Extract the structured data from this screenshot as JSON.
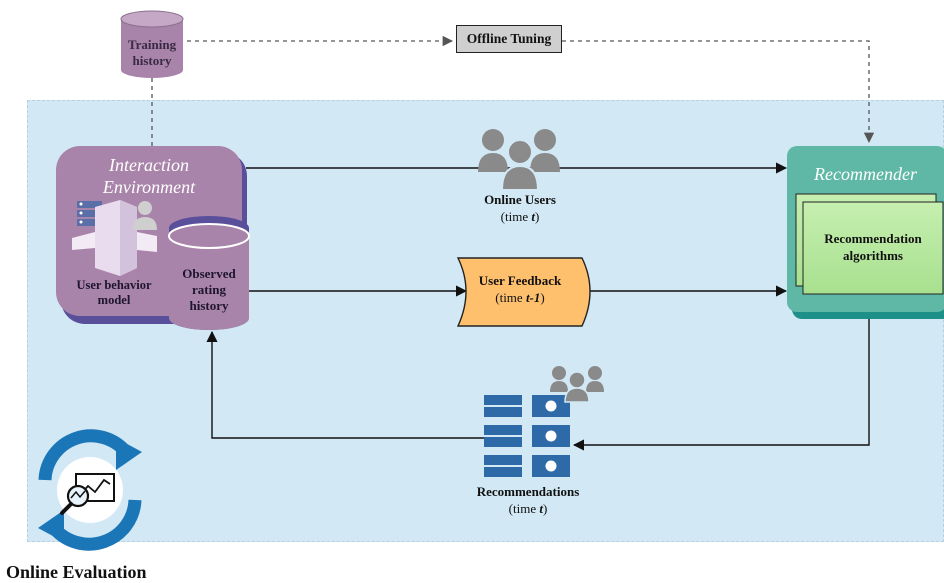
{
  "training_history": {
    "line1": "Training",
    "line2": "history"
  },
  "offline_tuning": "Offline Tuning",
  "interaction_env": {
    "title_line1": "Interaction",
    "title_line2": "Environment",
    "user_model_line1": "User behavior",
    "user_model_line2": "model",
    "observed_line1": "Observed",
    "observed_line2": "rating",
    "observed_line3": "history"
  },
  "online_users": {
    "label": "Online Users",
    "time_prefix": "(time ",
    "time_var": "t",
    "time_suffix": ")"
  },
  "user_feedback": {
    "label": "User Feedback",
    "time_prefix": "(time ",
    "time_var": "t-1",
    "time_suffix": ")"
  },
  "recommender": {
    "title": "Recommender",
    "algo_line1": "Recommendation",
    "algo_line2": "algorithms"
  },
  "recommendations": {
    "label": "Recommendations",
    "time_prefix": "(time ",
    "time_var": "t",
    "time_suffix": ")"
  },
  "online_evaluation": "Online Evaluation",
  "colors": {
    "panel_bg": "#d2e8f5",
    "purple": "#a984aa",
    "purple_dark": "#5a4f9a",
    "feedback_fill": "#ffc06e",
    "recommender_fill": "#5fb8a6",
    "algorithms_fill": "#b2e69b",
    "recommendations_blue": "#2f6aa8",
    "cycle_blue": "#1b76b8"
  }
}
